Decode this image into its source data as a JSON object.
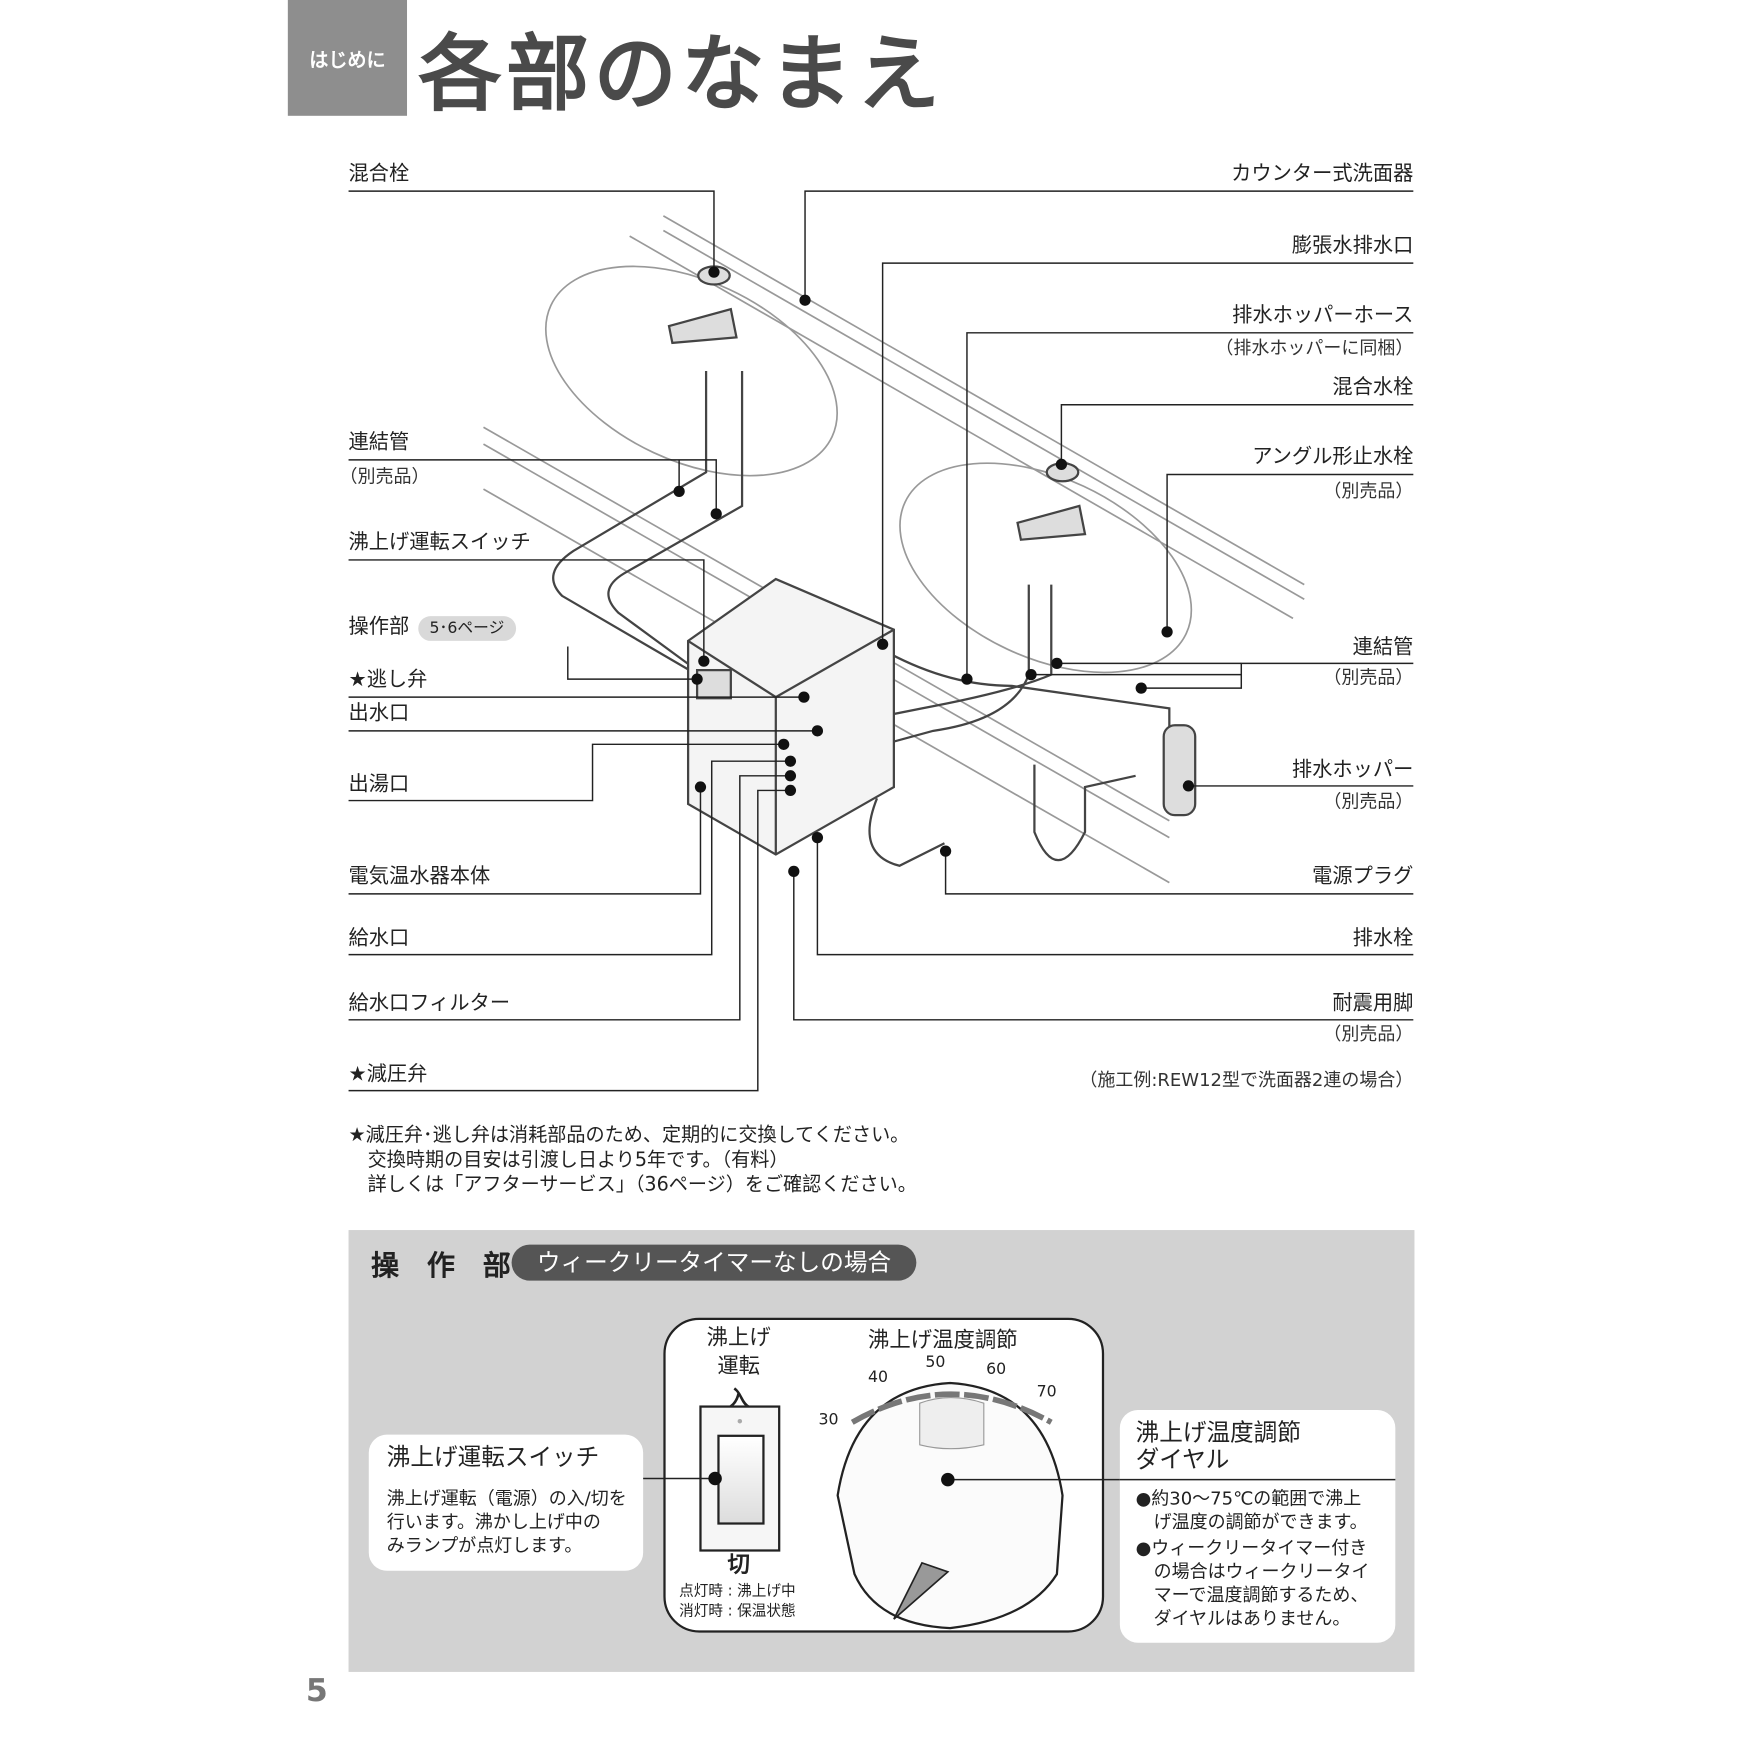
{
  "header": {
    "section": "はじめに",
    "title": "各部のなまえ"
  },
  "labels_left": [
    {
      "text": "混合栓"
    },
    {
      "text": "連結管",
      "sub": "（別売品）"
    },
    {
      "text": "沸上げ運転スイッチ"
    },
    {
      "text": "操作部",
      "badge": "5･6ページ"
    },
    {
      "text": "★逃し弁"
    },
    {
      "text": "出水口"
    },
    {
      "text": "出湯口"
    },
    {
      "text": "電気温水器本体"
    },
    {
      "text": "給水口"
    },
    {
      "text": "給水口フィルター"
    },
    {
      "text": "★減圧弁"
    }
  ],
  "labels_right": [
    {
      "text": "カウンター式洗面器"
    },
    {
      "text": "膨張水排水口"
    },
    {
      "text": "排水ホッパーホース",
      "sub": "（排水ホッパーに同梱）"
    },
    {
      "text": "混合水栓"
    },
    {
      "text": "アングル形止水栓",
      "sub": "（別売品）"
    },
    {
      "text": "連結管",
      "sub": "（別売品）"
    },
    {
      "text": "排水ホッパー",
      "sub": "（別売品）"
    },
    {
      "text": "電源プラグ"
    },
    {
      "text": "排水栓"
    },
    {
      "text": "耐震用脚",
      "sub": "（別売品）"
    }
  ],
  "caption": "（施工例:REW12型で洗面器2連の場合）",
  "notes": [
    "★減圧弁･逃し弁は消耗部品のため、定期的に交換してください。",
    "交換時期の目安は引渡し日より5年です。（有料）",
    "詳しくは「アフターサービス」（36ページ）をご確認ください。"
  ],
  "panel": {
    "title": "操 作 部",
    "tag": "ウィークリータイマーなしの場合",
    "switch_title": [
      "沸上げ",
      "運転"
    ],
    "on": "入",
    "off": "切",
    "lamp": [
      "点灯時 : 沸上げ中",
      "消灯時 : 保温状態"
    ],
    "dial_title": "沸上げ温度調節",
    "dial_ticks": [
      "30",
      "40",
      "50",
      "60",
      "70"
    ],
    "callout_switch": {
      "title": "沸上げ運転スイッチ",
      "body": [
        "沸上げ運転（電源）の入/切を",
        "行います。沸かし上げ中の",
        "みランプが点灯します。"
      ]
    },
    "callout_dial": {
      "title": [
        "沸上げ温度調節",
        "ダイヤル"
      ],
      "bullets": [
        [
          "●約30～75℃の範囲で沸上",
          "　げ温度の調節ができます。"
        ],
        [
          "●ウィークリータイマー付き",
          "　の場合はウィークリータイ",
          "　マーで温度調節するため、",
          "　ダイヤルはありません。"
        ]
      ]
    }
  },
  "page_number": "5"
}
